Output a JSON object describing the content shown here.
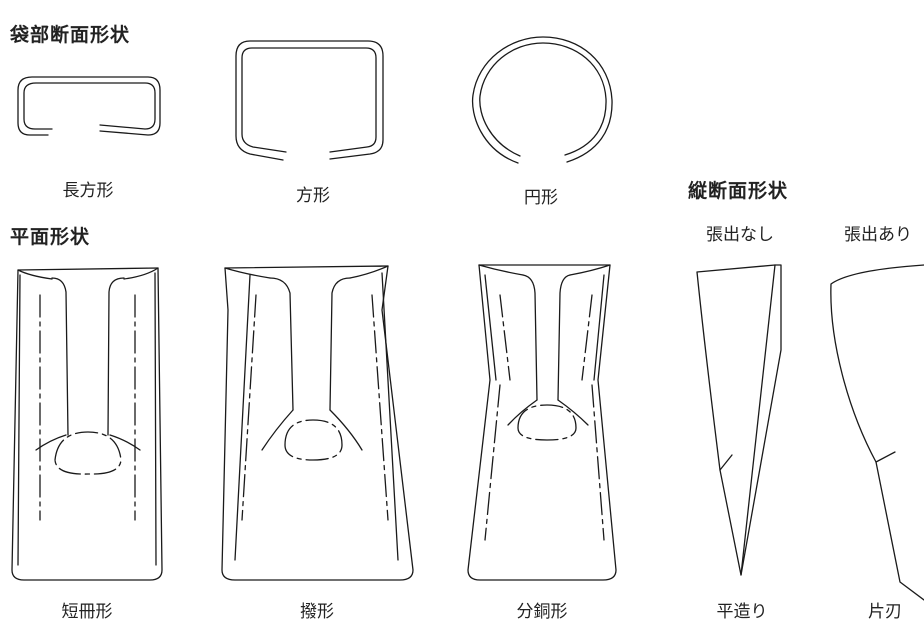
{
  "headings": {
    "bag_cross_section": "袋部断面形状",
    "plan_shape": "平面形状",
    "longitudinal_section": "縦断面形状"
  },
  "cross_section_labels": [
    "長方形",
    "方形",
    "円形"
  ],
  "plan_labels": [
    "短冊形",
    "撥形",
    "分銅形"
  ],
  "longitudinal_headers": [
    "張出なし",
    "張出あり"
  ],
  "longitudinal_labels": [
    "平造り",
    "片刃"
  ]
}
